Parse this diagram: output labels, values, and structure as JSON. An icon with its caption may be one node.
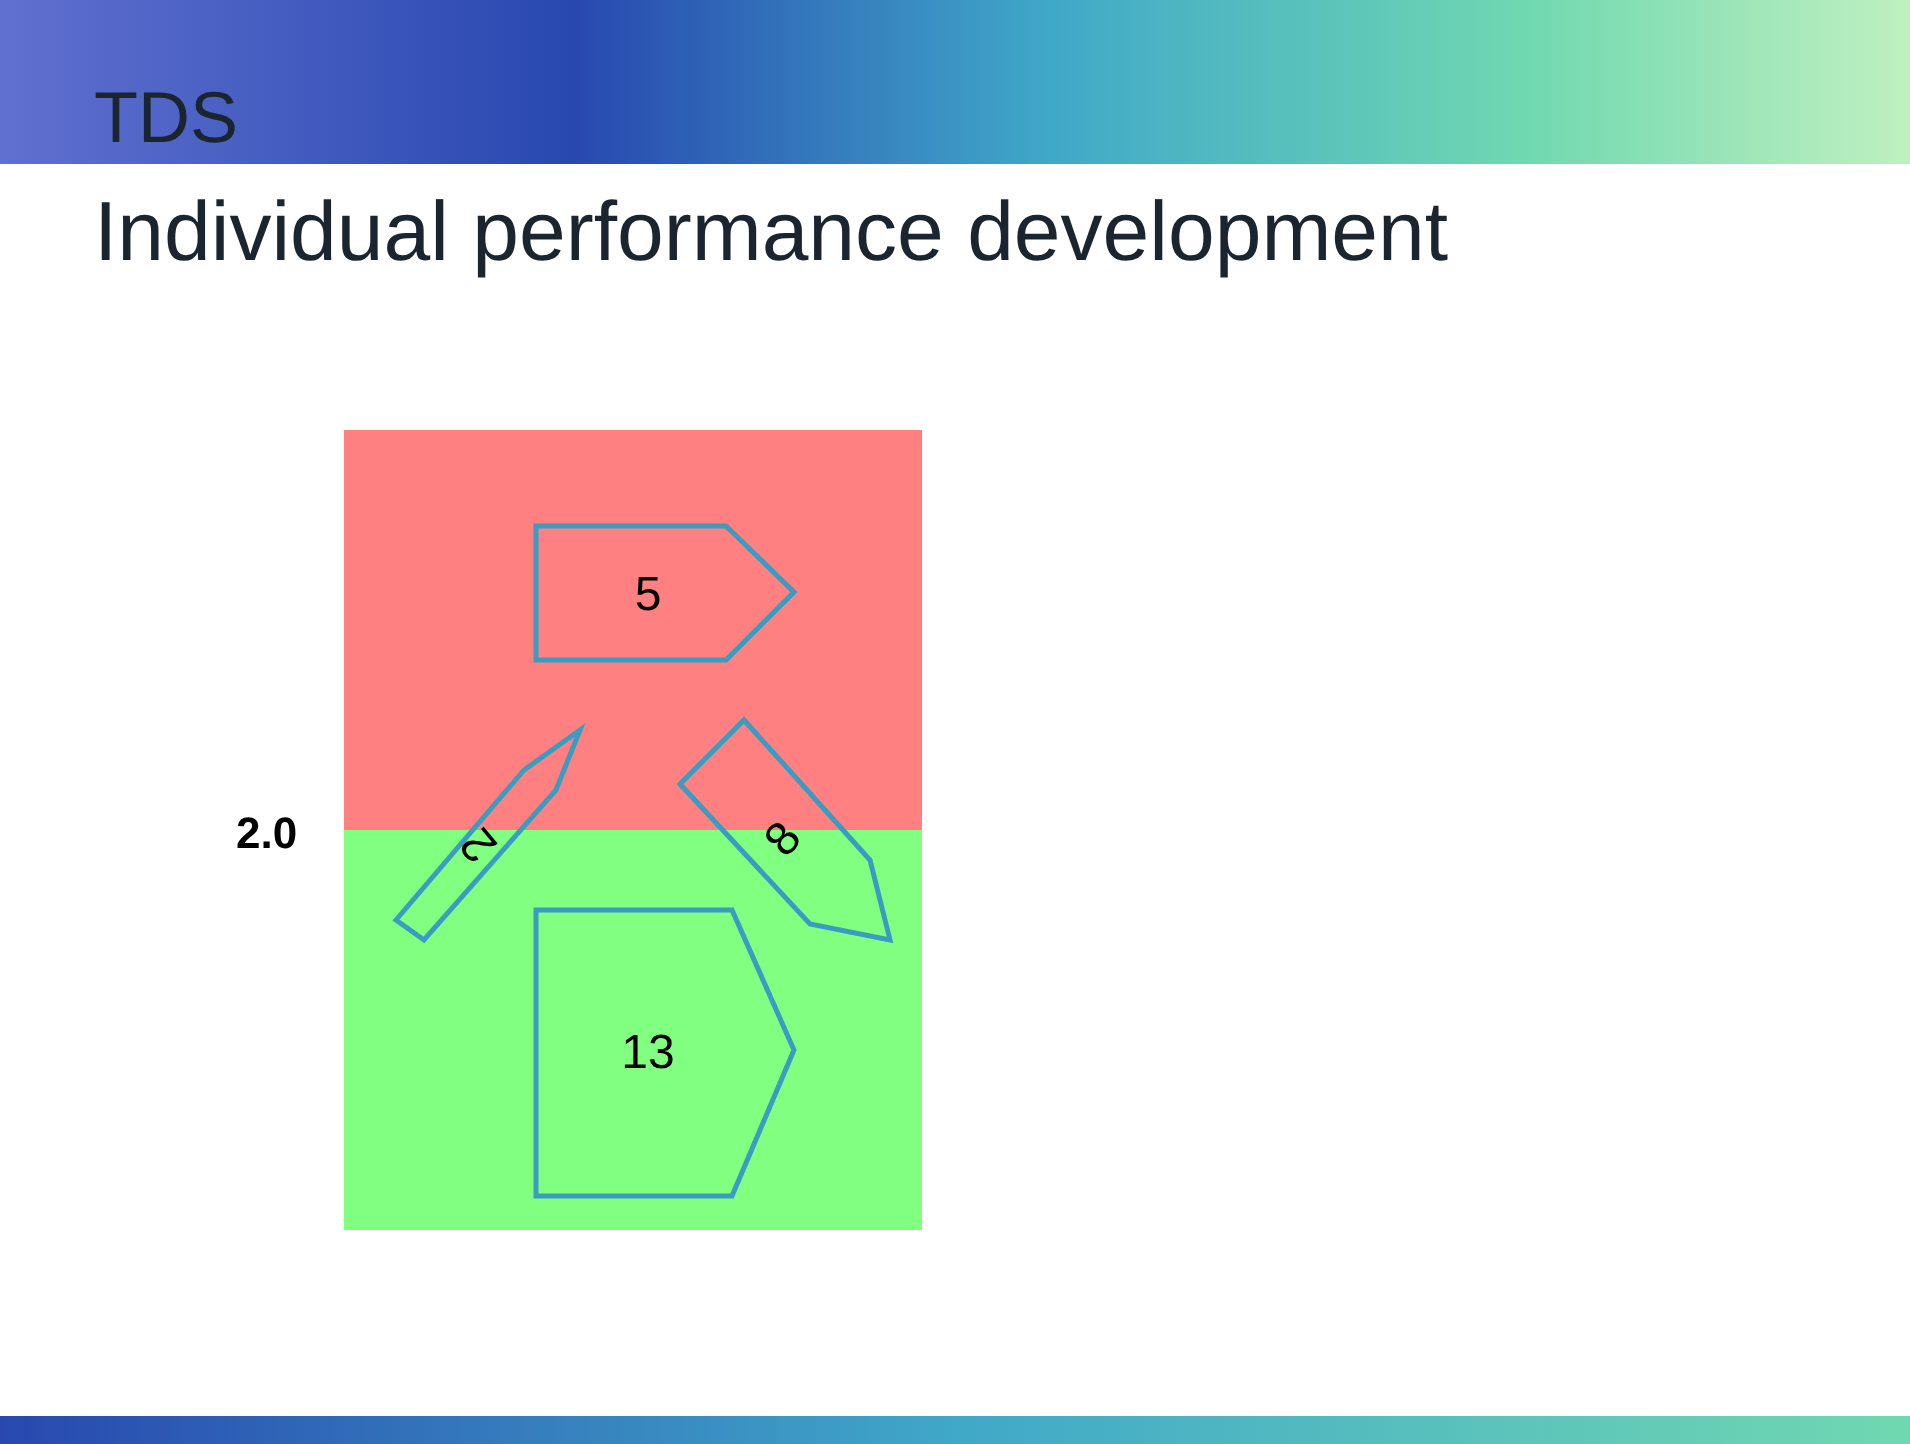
{
  "diagram": {
    "title": "Individual performance development",
    "nodes": [
      {
        "text": [],
        "shape": "box"
      },
      {
        "text": [],
        "shape": "box"
      },
      {
        "text": [
          "5"
        ],
        "in": 0
      },
      {
        "text": [
          "2"
        ]
      },
      {
        "text": [
          "8"
        ]
      },
      {
        "text": [
          "13"
        ],
        "in": 1
      }
    ],
    "edges": [],
    "labels": [
      "TDS",
      "2.0"
    ]
  }
}
